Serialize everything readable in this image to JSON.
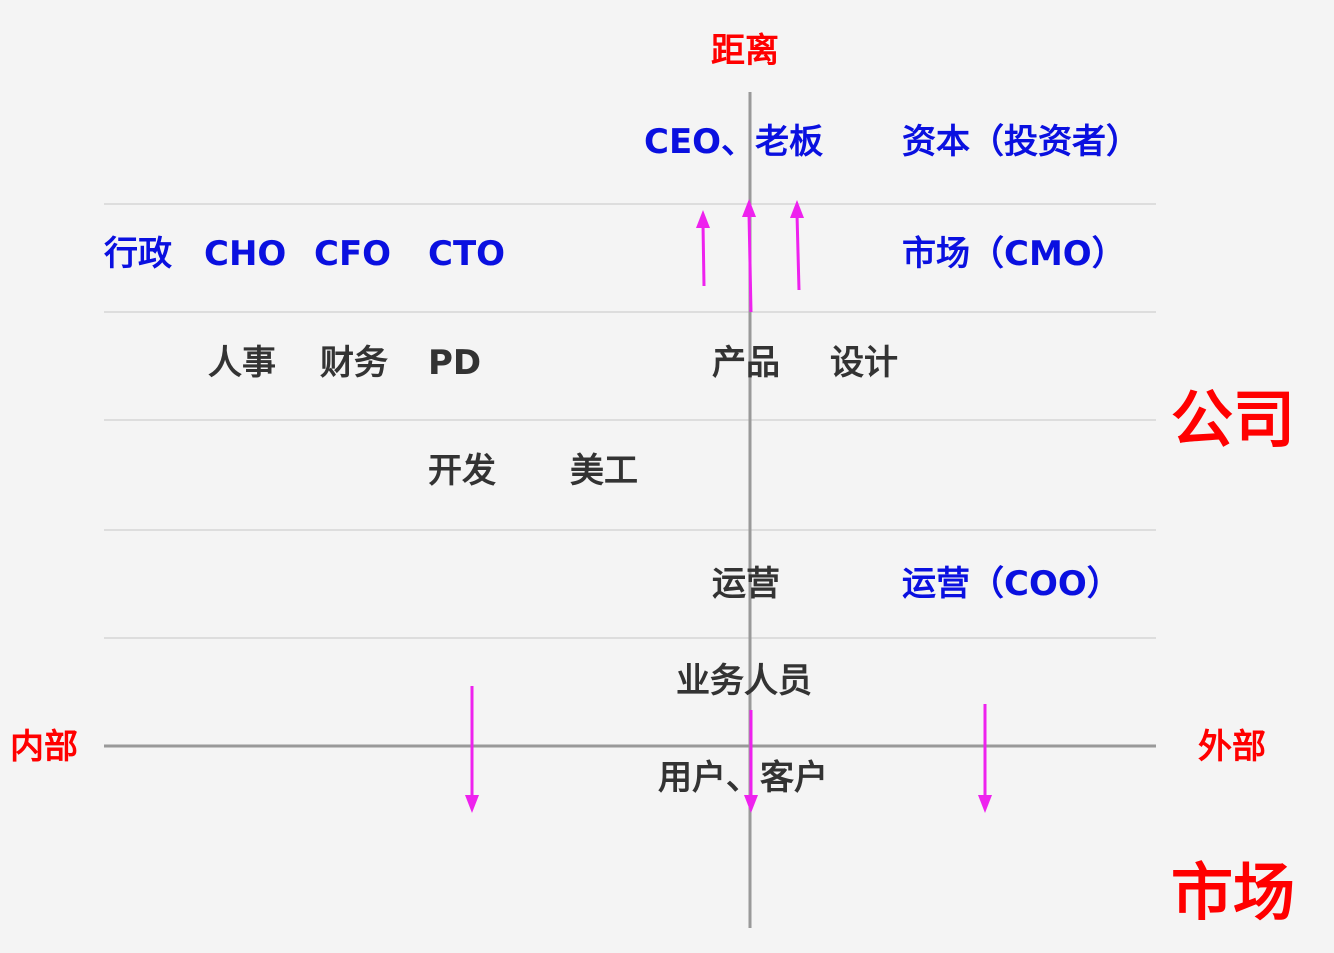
{
  "axis_labels": {
    "top": "距离",
    "left": "内部",
    "right": "外部"
  },
  "zone_labels": {
    "company": "公司",
    "market": "市场"
  },
  "roles": {
    "ceo": "CEO、老板",
    "capital": "资本（投资者）",
    "admin": "行政",
    "cho": "CHO",
    "cfo": "CFO",
    "cto": "CTO",
    "cmo": "市场（CMO）",
    "hr": "人事",
    "finance": "财务",
    "pd": "PD",
    "product": "产品",
    "design": "设计",
    "dev": "开发",
    "art": "美工",
    "ops": "运营",
    "coo": "运营（COO）",
    "sales": "业务人员",
    "users": "用户、客户"
  },
  "colors": {
    "background": "#f4f4f4",
    "axis": "#999999",
    "gridline": "#dddddd",
    "arrow": "#ee22ee",
    "executive_text": "#0a10e0",
    "staff_text": "#333333",
    "axis_text": "#ff0000"
  }
}
